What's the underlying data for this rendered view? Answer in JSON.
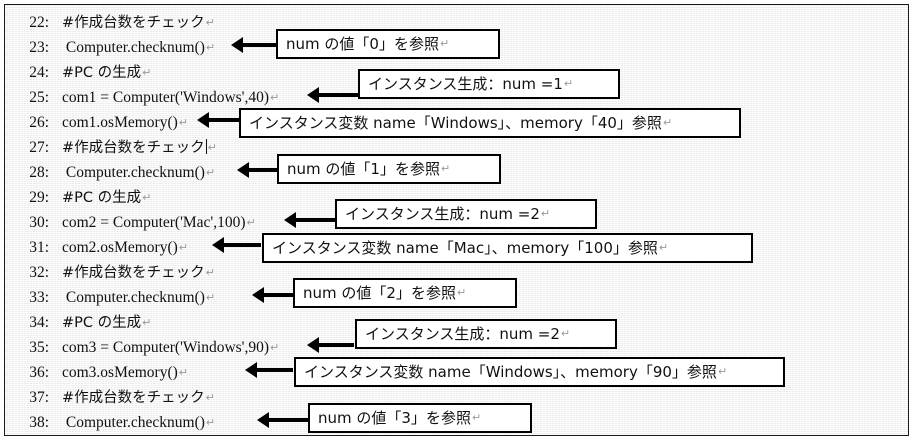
{
  "slide": {
    "code_lines": [
      {
        "num": "22:",
        "text": "#作成台数をチェック",
        "cr": "↵",
        "caret": false
      },
      {
        "num": "23:",
        "text": " Computer.checknum()",
        "cr": "↵",
        "caret": false
      },
      {
        "num": "24:",
        "text": "#PC の生成",
        "cr": "↵",
        "caret": false
      },
      {
        "num": "25:",
        "text": "com1 = Computer('Windows',40)",
        "cr": "↵",
        "caret": false
      },
      {
        "num": "26:",
        "text": "com1.osMemory()",
        "cr": "↵",
        "caret": false
      },
      {
        "num": "27:",
        "text": "#作成台数をチェック",
        "cr": "↵",
        "caret": true
      },
      {
        "num": "28:",
        "text": " Computer.checknum()",
        "cr": "↵",
        "caret": false
      },
      {
        "num": "29:",
        "text": "#PC の生成",
        "cr": "↵",
        "caret": false
      },
      {
        "num": "30:",
        "text": "com2 = Computer('Mac',100)",
        "cr": "↵",
        "caret": false
      },
      {
        "num": "31:",
        "text": "com2.osMemory()",
        "cr": "↵",
        "caret": false
      },
      {
        "num": "32:",
        "text": "#作成台数をチェック",
        "cr": "↵",
        "caret": false
      },
      {
        "num": "33:",
        "text": " Computer.checknum()",
        "cr": "↵",
        "caret": false
      },
      {
        "num": "34:",
        "text": "#PC の生成",
        "cr": "↵",
        "caret": false
      },
      {
        "num": "35:",
        "text": "com3 = Computer('Windows',90)",
        "cr": "↵",
        "caret": false
      },
      {
        "num": "36:",
        "text": "com3.osMemory()",
        "cr": "↵",
        "caret": false
      },
      {
        "num": "37:",
        "text": "#作成台数をチェック",
        "cr": "↵",
        "caret": false
      },
      {
        "num": "38:",
        "text": " Computer.checknum()",
        "cr": "↵",
        "caret": false
      }
    ],
    "callouts": [
      {
        "id": "callout-checknum-0",
        "text": "num の値「0」を参照",
        "cr": "↵"
      },
      {
        "id": "callout-instance-1",
        "text": "インスタンス生成：num =1",
        "cr": "↵"
      },
      {
        "id": "callout-instvar-windows-40",
        "text": "インスタンス変数 name「Windows」、memory「40」参照",
        "cr": "↵"
      },
      {
        "id": "callout-checknum-1",
        "text": "num の値「1」を参照",
        "cr": "↵"
      },
      {
        "id": "callout-instance-2",
        "text": "インスタンス生成：num =2",
        "cr": "↵"
      },
      {
        "id": "callout-instvar-mac-100",
        "text": "インスタンス変数 name「Mac」、memory「100」参照",
        "cr": "↵"
      },
      {
        "id": "callout-checknum-2",
        "text": "num の値「2」を参照",
        "cr": "↵"
      },
      {
        "id": "callout-instance-3",
        "text": "インスタンス生成：num =2",
        "cr": "↵"
      },
      {
        "id": "callout-instvar-windows-90",
        "text": "インスタンス変数 name「Windows」、memory「90」参照",
        "cr": "↵"
      },
      {
        "id": "callout-checknum-3",
        "text": "num の値「3」を参照",
        "cr": "↵"
      }
    ],
    "colors": {
      "background": "#ececed",
      "border": "#1a1a1a",
      "callout_fill": "#ffffff",
      "callout_border": "#000000",
      "text": "#111111",
      "cr_mark": "#9a9a9a"
    }
  }
}
